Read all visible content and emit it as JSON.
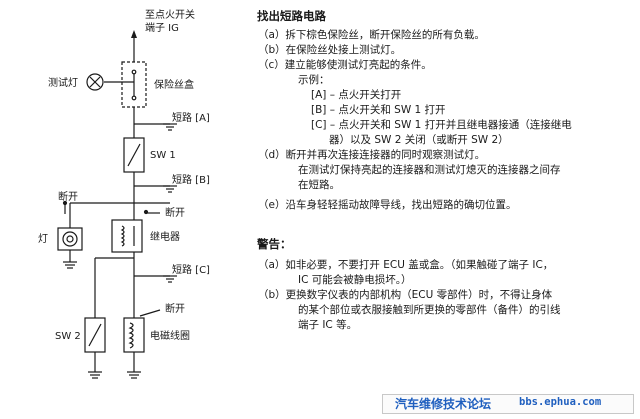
{
  "diagram": {
    "ignition_line1": "至点火开关",
    "ignition_line2": "端子 IG",
    "test_lamp": "测试灯",
    "fuse_box": "保险丝盒",
    "short_a": "短路 [A]",
    "sw1": "SW 1",
    "short_b": "短路 [B]",
    "open_1": "断开",
    "open_2": "断开",
    "open_3": "断开",
    "lamp": "灯",
    "relay": "继电器",
    "short_c": "短路 [C]",
    "sw2": "SW 2",
    "solenoid": "电磁线圈"
  },
  "section": {
    "title": "找出短路电路",
    "lines": [
      "（a）拆下棕色保险丝，断开保险丝的所有负载。",
      "（b）在保险丝处接上测试灯。",
      "（c）建立能够使测试灯亮起的条件。",
      "示例：",
      "[A] – 点火开关打开",
      "[B] – 点火开关和 SW 1 打开",
      "[C] – 点火开关和 SW 1 打开并且继电器接通（连接继电",
      "器）以及 SW 2 关闭（或断开 SW 2）",
      "（d）断开并再次连接连接器的同时观察测试灯。",
      "在测试灯保持亮起的连接器和测试灯熄灭的连接器之间存",
      "在短路。",
      "（e）沿车身轻轻摇动故障导线，找出短路的确切位置。"
    ]
  },
  "warning": {
    "title": "警告：",
    "lines": [
      "（a）如非必要，不要打开 ECU 盖或盒。（如果触碰了端子 IC，",
      "IC 可能会被静电损坏。）",
      "（b）更换数字仪表的内部机构（ECU 零部件）时，不得让身体",
      "的某个部位或衣服接触到所更换的零部件（备件）的引线",
      "端子 IC 等。"
    ]
  },
  "footer": {
    "site_name": "汽车维修技术论坛",
    "url": "bbs.ephua.com"
  }
}
